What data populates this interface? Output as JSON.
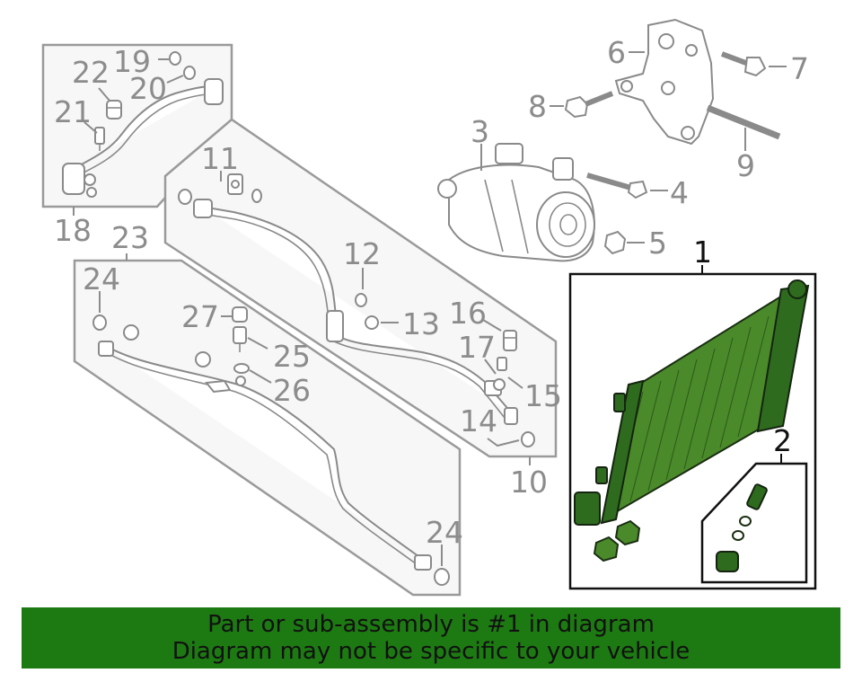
{
  "callouts": {
    "c1": "1",
    "c2": "2",
    "c3": "3",
    "c4": "4",
    "c5": "5",
    "c6": "6",
    "c7": "7",
    "c8": "8",
    "c9": "9",
    "c10": "10",
    "c11": "11",
    "c12": "12",
    "c13": "13",
    "c14": "14",
    "c15": "15",
    "c16": "16",
    "c17": "17",
    "c18": "18",
    "c19": "19",
    "c20": "20",
    "c21": "21",
    "c22": "22",
    "c23": "23",
    "c24a": "24",
    "c24b": "24",
    "c25": "25",
    "c26": "26",
    "c27": "27"
  },
  "highlighted_part": "1",
  "colors": {
    "highlight": "#4a8a2a",
    "banner": "#1d7a12",
    "part_line": "#8a8a8a"
  },
  "banner": {
    "line1": "Part or sub-assembly is #1 in diagram",
    "line2": "Diagram may not be specific to your vehicle"
  }
}
